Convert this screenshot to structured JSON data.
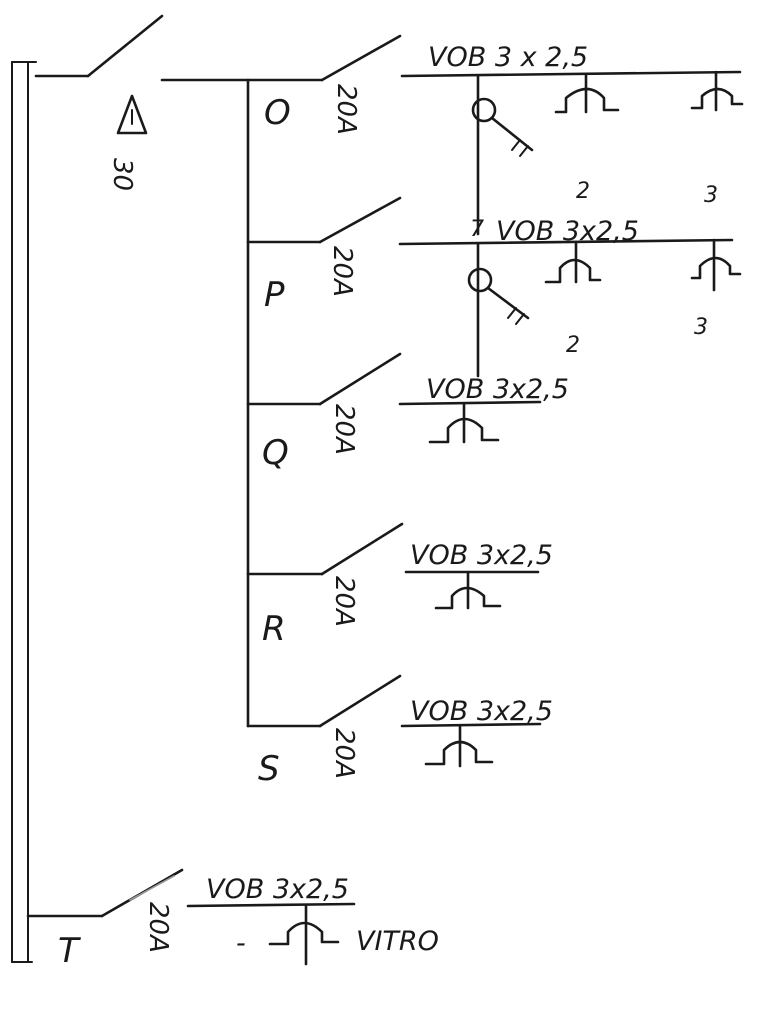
{
  "main_breaker": {
    "rating": "30"
  },
  "circuits": [
    {
      "id": "O",
      "rating": "20A",
      "cable": "VOB 3 x 2,5"
    },
    {
      "id": "P",
      "rating": "20A",
      "cable": "VOB 3x2,5",
      "marks": [
        "2",
        "3",
        "3",
        "2",
        "7"
      ]
    },
    {
      "id": "Q",
      "rating": "20A",
      "cable": "VOB 3x2,5"
    },
    {
      "id": "R",
      "rating": "20A",
      "cable": "VOB 3x2,5"
    },
    {
      "id": "S",
      "rating": "20A",
      "cable": "VOB 3x2,5"
    },
    {
      "id": "T",
      "rating": "20A",
      "cable": "VOB 3x2,5",
      "label": "VITRO",
      "dash": "-"
    }
  ],
  "symbols": {
    "key_switch": "key-switch-icon",
    "socket": "socket-outlet-icon",
    "earth": "earth-delta-icon"
  }
}
